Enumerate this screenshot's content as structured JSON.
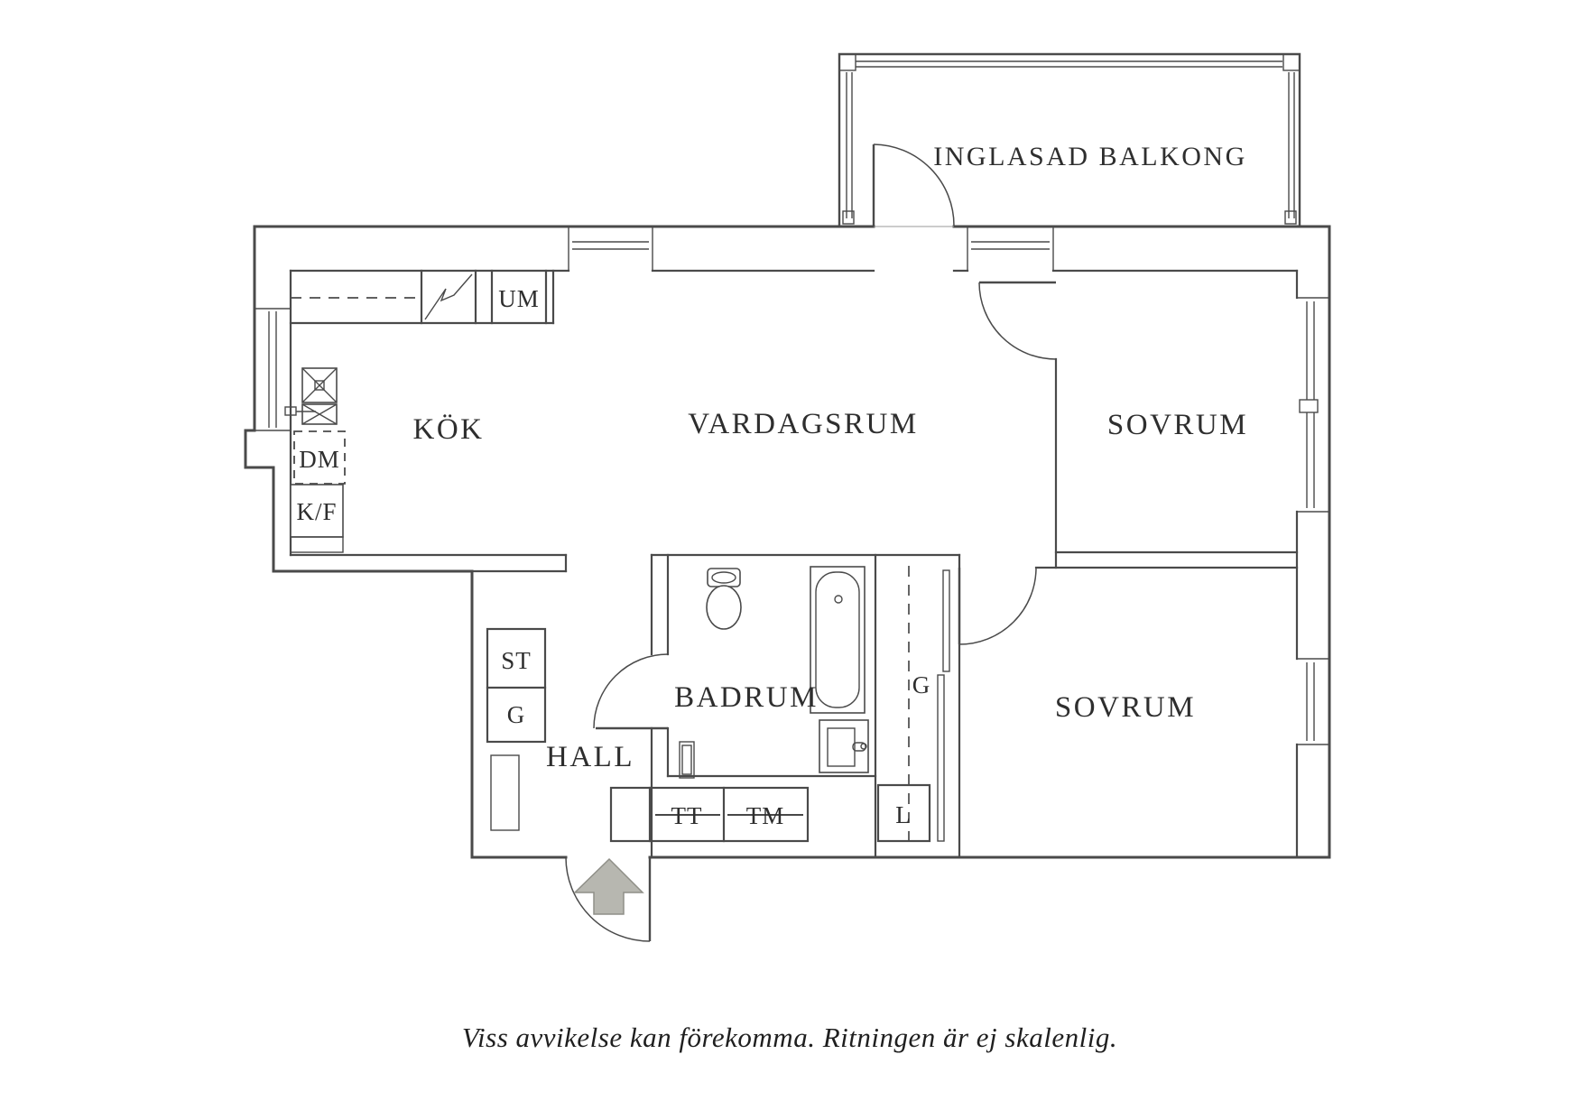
{
  "plan": {
    "colors": {
      "ink": "#4a4a4a",
      "label": "#2e2e2e",
      "arrow": "#b7b7b0",
      "bg": "#ffffff"
    },
    "rooms": {
      "balcony": "INGLASAD BALKONG",
      "kitchen": "KÖK",
      "living": "VARDAGSRUM",
      "bedroom_ne": "SOVRUM",
      "bedroom_se": "SOVRUM",
      "bathroom": "BADRUM",
      "hall": "HALL"
    },
    "units": {
      "um": "UM",
      "dm": "DM",
      "kf": "K/F",
      "st": "ST",
      "g_hall": "G",
      "g_closet": "G",
      "tt": "TT",
      "tm": "TM",
      "l": "L"
    },
    "caption": "Viss avvikelse kan förekomma. Ritningen är ej skalenlig."
  }
}
